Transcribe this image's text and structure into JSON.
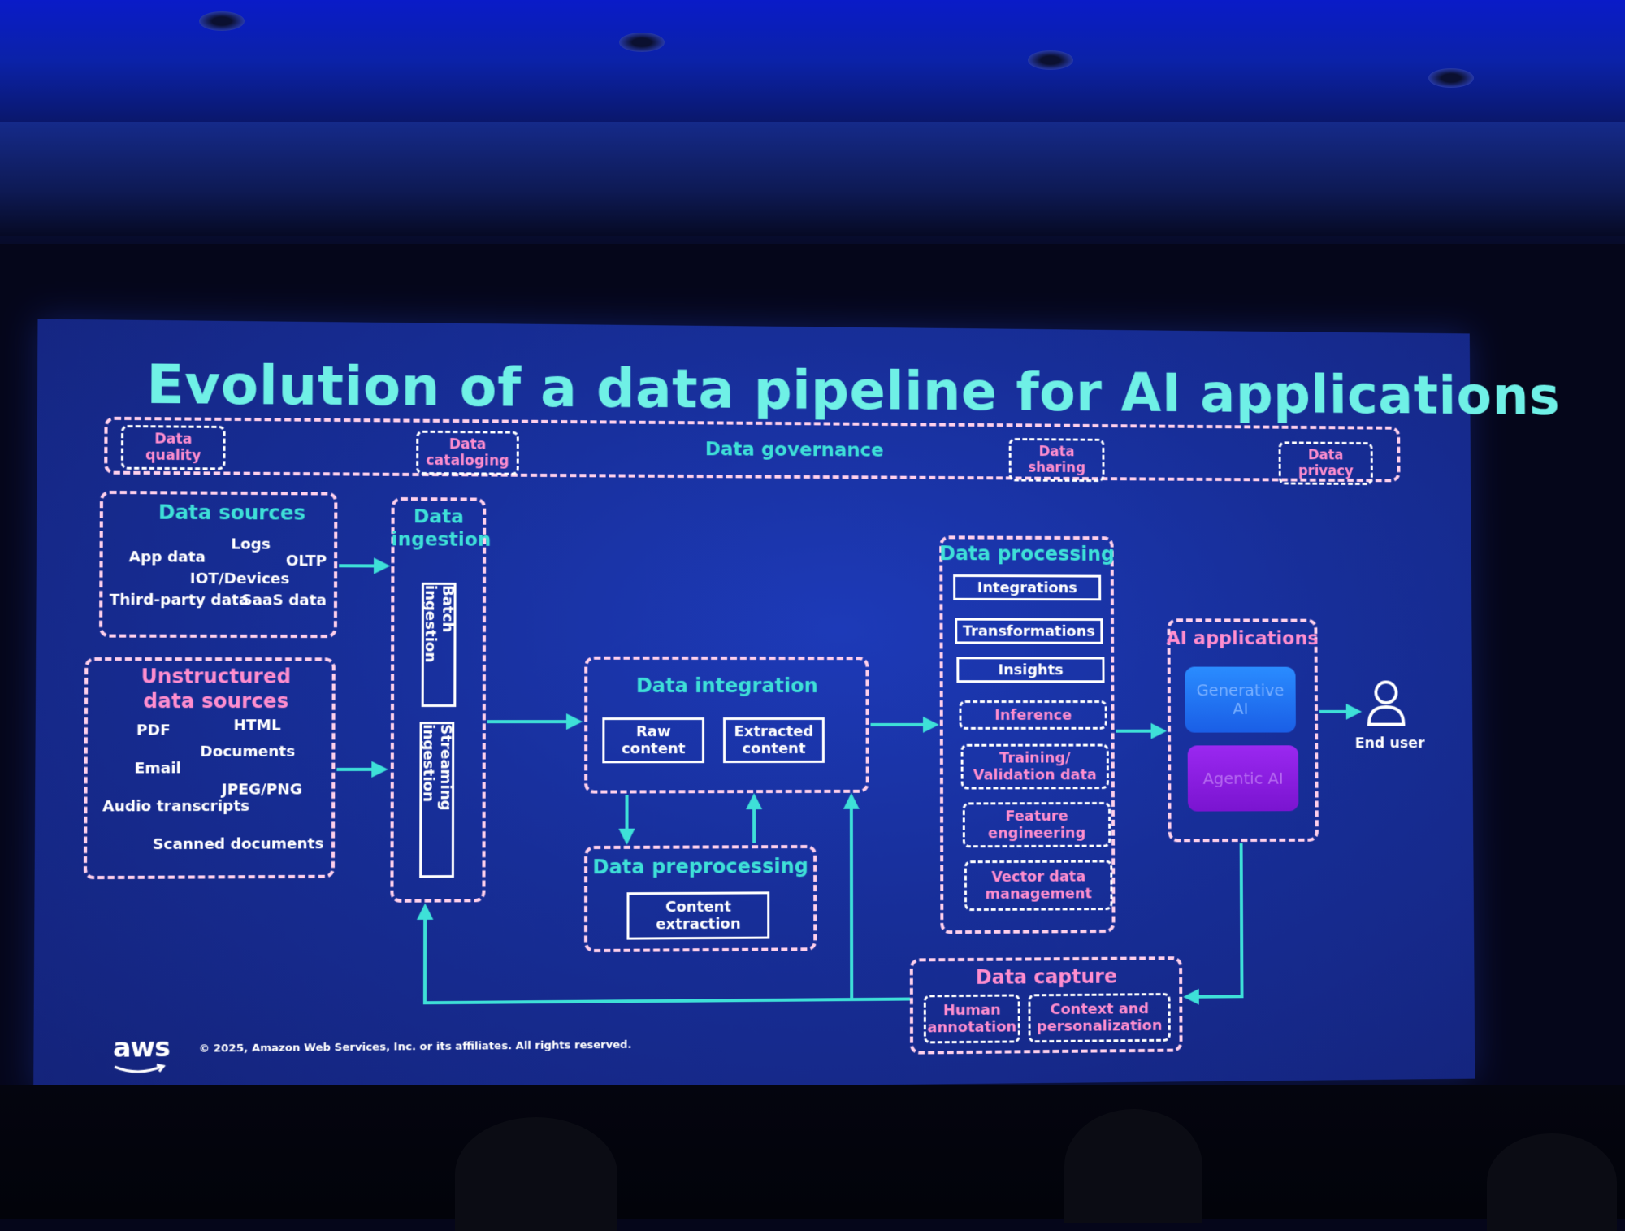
{
  "slide": {
    "title": "Evolution of a data pipeline for AI applications",
    "copyright": "© 2025, Amazon Web Services, Inc. or its affiliates. All rights reserved.",
    "logo": "aws"
  },
  "governance": {
    "label": "Data governance",
    "items": [
      "Data\nquality",
      "Data\ncataloging",
      "Data\nsharing",
      "Data\nprivacy"
    ]
  },
  "data_sources": {
    "title": "Data sources",
    "items": [
      "App data",
      "Logs",
      "OLTP",
      "IOT/Devices",
      "Third-party data",
      "SaaS data"
    ]
  },
  "unstructured": {
    "title": "Unstructured\ndata sources",
    "items": [
      "PDF",
      "HTML",
      "Documents",
      "Email",
      "JPEG/PNG",
      "Audio transcripts",
      "Scanned documents"
    ]
  },
  "ingestion": {
    "title": "Data\ningestion",
    "batch": "Batch ingestion",
    "streaming": "Streaming ingestion"
  },
  "integration": {
    "title": "Data integration",
    "raw": "Raw\ncontent",
    "extracted": "Extracted\ncontent"
  },
  "preprocessing": {
    "title": "Data preprocessing",
    "content": "Content\nextraction"
  },
  "processing": {
    "title": "Data processing",
    "solid": [
      "Integrations",
      "Transformations",
      "Insights"
    ],
    "dashed": [
      "Inference",
      "Training/\nValidation data",
      "Feature\nengineering",
      "Vector data\nmanagement"
    ]
  },
  "ai_apps": {
    "title": "AI applications",
    "generative": "Generative\nAI",
    "agentic": "Agentic AI"
  },
  "end_user": {
    "label": "End user",
    "icon": "user-icon"
  },
  "capture": {
    "title": "Data capture",
    "human": "Human\nannotation",
    "context": "Context and\npersonalization"
  },
  "colors": {
    "accent_cyan": "#3ee0d8",
    "accent_pink": "#ff8ecf",
    "slide_bg": "#172e98",
    "generative_bg": "#1f6cf0",
    "agentic_bg": "#8a1ee0"
  }
}
